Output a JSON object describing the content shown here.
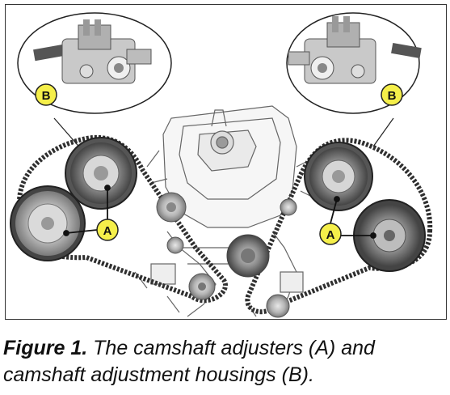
{
  "figure": {
    "callouts": {
      "adjuster_label": "A",
      "housing_label": "B"
    },
    "colors": {
      "callout_fill": "#f5ef4a",
      "callout_stroke": "#222222",
      "belt": "#3a3a3a",
      "line_art": "#555555"
    }
  },
  "caption": {
    "label": "Figure 1.",
    "text": "The camshaft adjusters (A) and camshaft adjustment housings (B)."
  }
}
